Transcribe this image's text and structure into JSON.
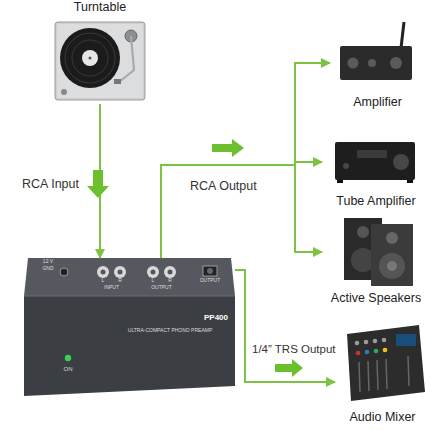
{
  "diagram": {
    "nodes": [
      {
        "text": [
          "Turntable"
        ]
      },
      {
        "text": [
          "12 V",
          "GND",
          "L",
          "R",
          "INPUT",
          "L",
          "R",
          "OUTPUT",
          "OUTPUT",
          "PP400",
          "ULTRA-COMPACT PHONO PREAMP",
          "ON"
        ]
      },
      {
        "text": [
          "Amplifier"
        ]
      },
      {
        "text": [
          "Tube Amplifier"
        ]
      },
      {
        "text": [
          "Active Speakers"
        ]
      },
      {
        "text": [
          "Audio Mixer"
        ]
      }
    ],
    "edges": [
      {
        "from": 0,
        "to": 1,
        "arrow": "to",
        "label": "RCA Input"
      },
      {
        "from": 1,
        "to": 2,
        "arrow": "to",
        "label": "RCA Output"
      },
      {
        "from": 1,
        "to": 3,
        "arrow": "to"
      },
      {
        "from": 1,
        "to": 4,
        "arrow": "to"
      },
      {
        "from": 1,
        "to": 5,
        "arrow": "to",
        "label": "1/4” TRS Output"
      }
    ]
  }
}
